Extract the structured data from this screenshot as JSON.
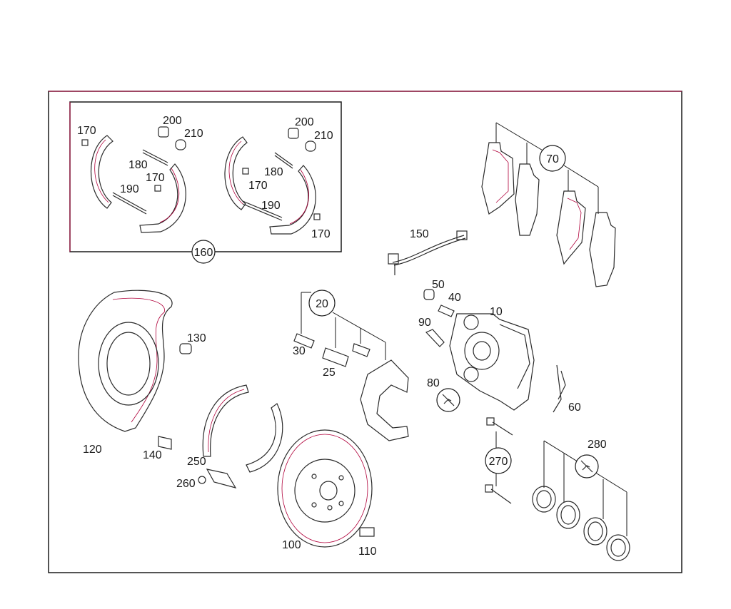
{
  "labels": {
    "p10": "10",
    "p20": "20",
    "p25": "25",
    "p30": "30",
    "p40": "40",
    "p50": "50",
    "p60": "60",
    "p70": "70",
    "p80": "80",
    "p90": "90",
    "p100": "100",
    "p110": "110",
    "p120": "120",
    "p130": "130",
    "p140": "140",
    "p150": "150",
    "p160": "160",
    "p170a": "170",
    "p170b": "170",
    "p170c": "170",
    "p170d": "170",
    "p180a": "180",
    "p180b": "180",
    "p190a": "190",
    "p190b": "190",
    "p200a": "200",
    "p200b": "200",
    "p210a": "210",
    "p210b": "210",
    "p250": "250",
    "p260": "260",
    "p270": "270",
    "p280": "280"
  },
  "colors": {
    "frame": "#1a1a1a",
    "accent": "#b0003a"
  }
}
